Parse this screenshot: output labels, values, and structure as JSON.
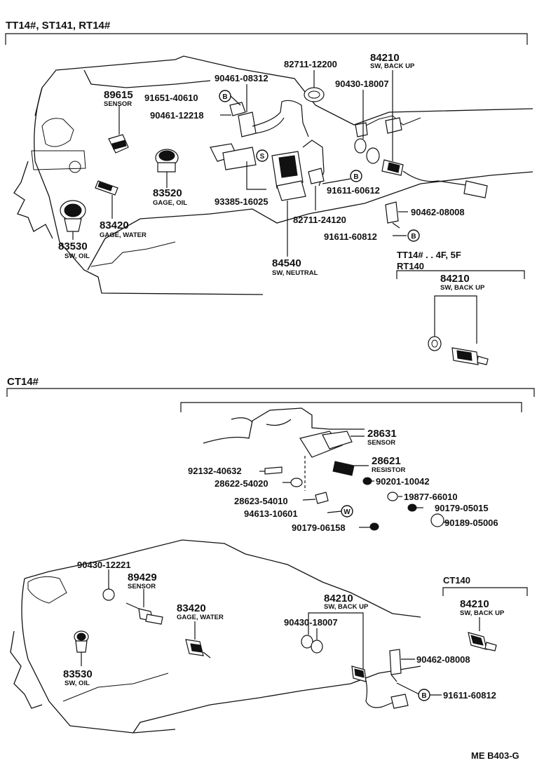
{
  "sections": {
    "top": {
      "header": "TT14#, ST141, RT14#"
    },
    "variant": {
      "header_line1": "TT14# . . 4F, 5F",
      "header_line2": "RT140"
    },
    "bottom": {
      "header": "CT14#"
    },
    "ct140": {
      "header": "CT140"
    }
  },
  "markers": {
    "bolt": "B",
    "screw": "S",
    "washer": "W"
  },
  "top_parts": {
    "p89615": {
      "number": "89615",
      "name": "SENSOR"
    },
    "p91651_40610": {
      "number": "91651-40610"
    },
    "p90461_08312": {
      "number": "90461-08312"
    },
    "p90461_12218": {
      "number": "90461-12218"
    },
    "p82711_12200": {
      "number": "82711-12200"
    },
    "p84210": {
      "number": "84210",
      "name": "SW, BACK UP"
    },
    "p90430_18007": {
      "number": "90430-18007"
    },
    "p83520": {
      "number": "83520",
      "name": "GAGE, OIL"
    },
    "p83420": {
      "number": "83420",
      "name": "GAGE, WATER"
    },
    "p83530": {
      "number": "83530",
      "name": "SW, OIL"
    },
    "p93385_16025": {
      "number": "93385-16025"
    },
    "p91611_60612": {
      "number": "91611-60612"
    },
    "p82711_24120": {
      "number": "82711-24120"
    },
    "p90462_08008": {
      "number": "90462-08008"
    },
    "p91611_60812": {
      "number": "91611-60812"
    },
    "p84540": {
      "number": "84540",
      "name": "SW, NEUTRAL"
    }
  },
  "variant_parts": {
    "p84210": {
      "number": "84210",
      "name": "SW, BACK UP"
    }
  },
  "ct_parts": {
    "p28631": {
      "number": "28631",
      "name": "SENSOR"
    },
    "p28621": {
      "number": "28621",
      "name": "RESISTOR"
    },
    "p92132_40632": {
      "number": "92132-40632"
    },
    "p28622_54020": {
      "number": "28622-54020"
    },
    "p90201_10042": {
      "number": "90201-10042"
    },
    "p19877_66010": {
      "number": "19877-66010"
    },
    "p28623_54010": {
      "number": "28623-54010"
    },
    "p90179_05015": {
      "number": "90179-05015"
    },
    "p94613_10601": {
      "number": "94613-10601"
    },
    "p90189_05006": {
      "number": "90189-05006"
    },
    "p90179_06158": {
      "number": "90179-06158"
    },
    "p90430_12221": {
      "number": "90430-12221"
    },
    "p89429": {
      "number": "89429",
      "name": "SENSOR"
    },
    "p83420": {
      "number": "83420",
      "name": "GAGE, WATER"
    },
    "p84210": {
      "number": "84210",
      "name": "SW, BACK UP"
    },
    "p90430_18007": {
      "number": "90430-18007"
    },
    "p83530": {
      "number": "83530",
      "name": "SW, OIL"
    },
    "p90462_08008": {
      "number": "90462-08008"
    },
    "p91611_60812": {
      "number": "91611-60812"
    }
  },
  "ct140_parts": {
    "p84210": {
      "number": "84210",
      "name": "SW, BACK UP"
    }
  },
  "footer": {
    "code": "ME B403-G"
  }
}
